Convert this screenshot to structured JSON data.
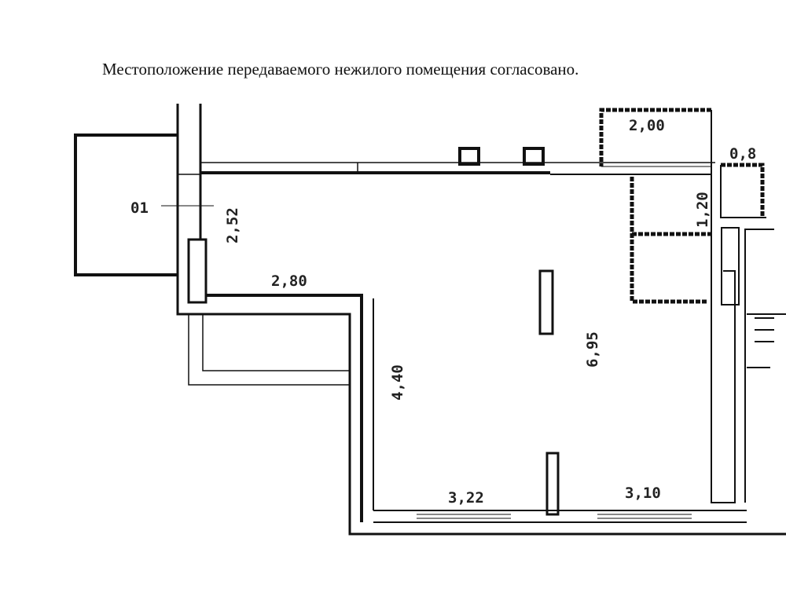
{
  "caption": "Местоположение передаваемого нежилого помещения согласовано.",
  "plan": {
    "room_label": "01",
    "dimensions": {
      "left_wall": "2,52",
      "upper_left": "2,80",
      "mid_wall": "4,40",
      "depth": "6,95",
      "bottom_left": "3,22",
      "bottom_right": "3,10",
      "top_right_room": "2,00",
      "corner_room": "0,8",
      "side_room": "1,20"
    },
    "line_color": "#111111"
  }
}
